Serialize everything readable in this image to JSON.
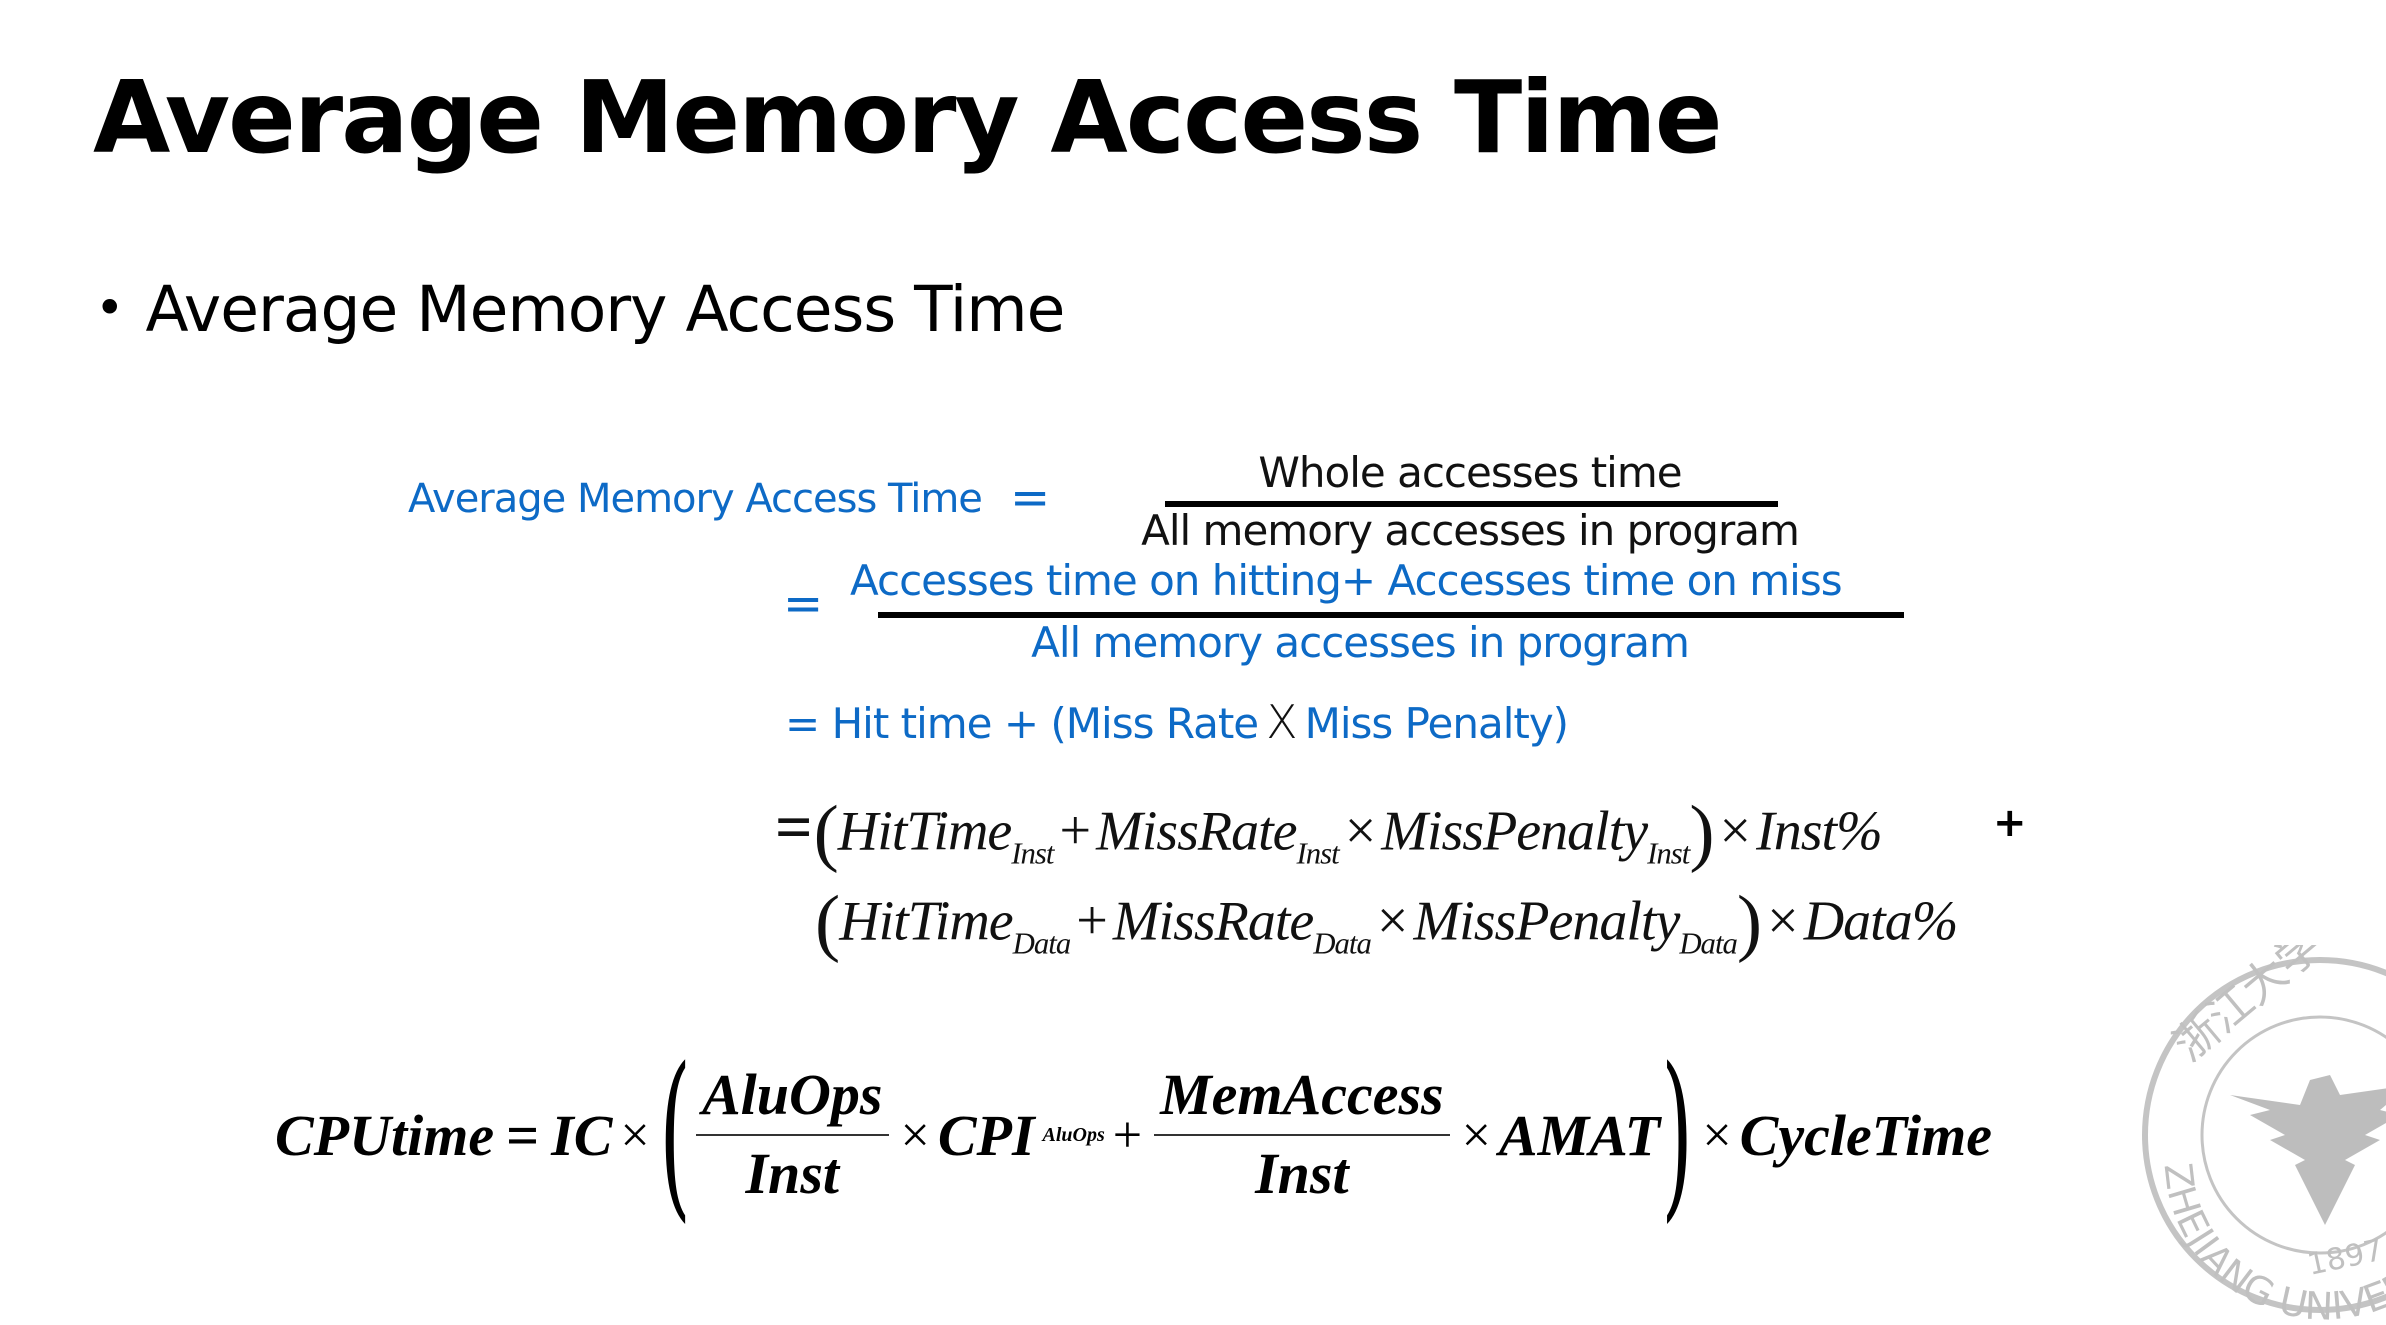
{
  "slide": {
    "title": "Average Memory Access Time",
    "bullet": "Average Memory Access Time"
  },
  "colors": {
    "accent_blue": "#0d6ac6",
    "logo_gray": "#bfbfbf"
  },
  "formula": {
    "line1": {
      "label": "Average Memory Access Time",
      "equals": "=",
      "numerator": "Whole accesses time",
      "denominator": "All memory accesses in program"
    },
    "line2": {
      "equals": "=",
      "numerator": "Accesses time on hitting+ Accesses time on miss",
      "denominator": "All memory accesses in program"
    },
    "line3": {
      "equals": "=",
      "part1": "Hit time + (Miss Rate",
      "times": "X",
      "part2": "Miss Penalty)"
    },
    "line4": {
      "equals": "=",
      "open": "(",
      "t1": "HitTime",
      "s1": "Inst",
      "plus": "+",
      "t2": "MissRate",
      "s2": "Inst",
      "times": "×",
      "t3": "MissPenalty",
      "s3": "Inst",
      "close": ")",
      "times2": "×",
      "weight": "Inst%",
      "trailing_plus": "+"
    },
    "line5": {
      "open": "(",
      "t1": "HitTime",
      "s1": "Data",
      "plus": "+",
      "t2": "MissRate",
      "s2": "Data",
      "times": "×",
      "t3": "MissPenalty",
      "s3": "Data",
      "close": ")",
      "times2": "×",
      "weight": "Data%"
    }
  },
  "cpu_formula": {
    "lhs": "CPUtime",
    "equals": "=",
    "ic": "IC",
    "times": "×",
    "frac1_num": "AluOps",
    "frac1_den": "Inst",
    "cpi": "CPI",
    "cpi_sub": "AluOps",
    "plus": "+",
    "frac2_num": "MemAccess",
    "frac2_den": "Inst",
    "amat": "AMAT",
    "cycle": "CycleTime"
  },
  "logo": {
    "name": "Zhejiang University seal",
    "year": "1897",
    "text": "ZHEJIANG UNIVERSITY",
    "chinese": "浙江大学"
  }
}
